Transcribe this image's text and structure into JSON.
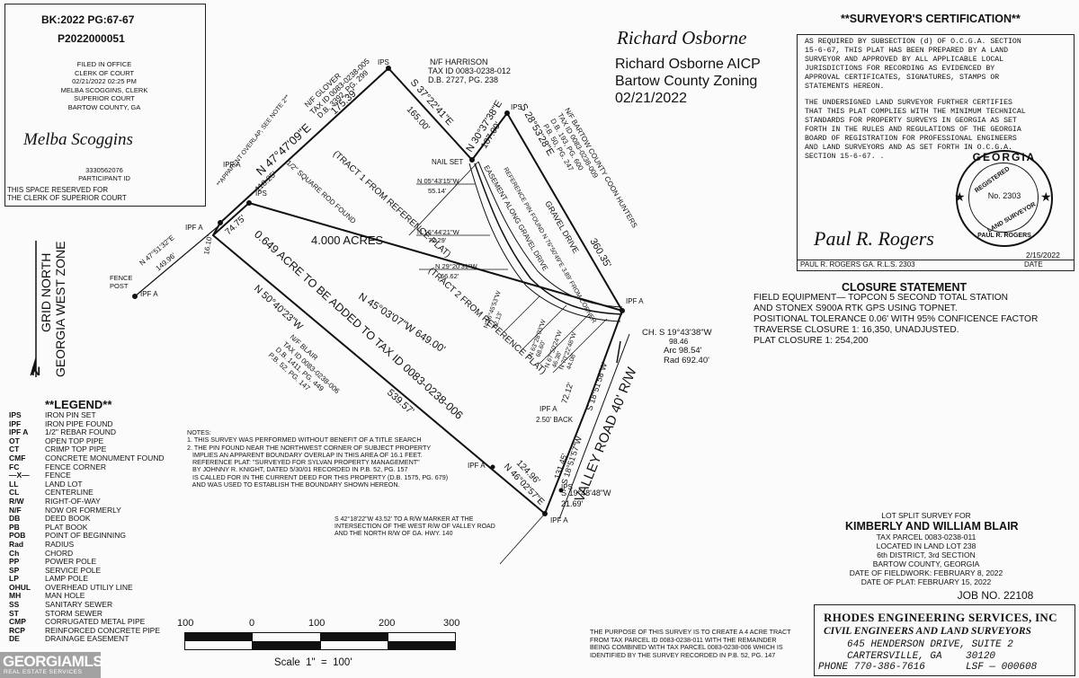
{
  "clerk": {
    "book_page": "BK:2022 PG:67-67",
    "instrument": "P2022000051",
    "filed_lines": [
      "FILED IN OFFICE",
      "CLERK OF COURT",
      "02/21/2022 02:25 PM",
      "MELBA SCOGGINS, CLERK",
      "SUPERIOR COURT",
      "BARTOW COUNTY, GA"
    ],
    "signature": "Melba Scoggins",
    "participant_lines": [
      "3330562076",
      "PARTICIPANT ID"
    ],
    "reserved_lines": [
      "THIS SPACE RESERVED FOR",
      "THE CLERK OF SUPERIOR COURT"
    ]
  },
  "zoning_approval": {
    "signature": "Richard Osborne",
    "lines": [
      "Richard Osborne AICP",
      "Bartow County Zoning",
      "02/21/2022"
    ]
  },
  "surveyor_certification": {
    "title": "**SURVEYOR'S CERTIFICATION**",
    "para1": [
      "AS REQUIRED BY SUBSECTION (d) OF O.C.G.A. SECTION",
      "15-6-67, THIS PLAT HAS BEEN PREPARED BY A LAND",
      "SURVEYOR AND APPROVED BY ALL APPLICABLE LOCAL",
      "JURISDICTIONS FOR RECORDING AS EVIDENCED BY",
      "APPROVAL CERTIFICATES, SIGNATURES, STAMPS OR",
      "STATEMENTS HEREON."
    ],
    "para2": [
      "THE UNDERSIGNED LAND SURVEYOR FURTHER CERTIFIES",
      "THAT THIS PLAT COMPLIES WITH THE MINIMUM TECHNICAL",
      "STANDARDS FOR PROPERTY SURVEYS IN GEORGIA AS SET",
      "FORTH IN THE RULES AND REGULATIONS OF THE GEORGIA",
      "BOARD OF REGISTRATION FOR PROFESSIONAL ENGINEERS",
      "AND LAND SURVEYORS AND AS SET FORTH IN O.C.G.A.",
      "SECTION 15-6-67. ."
    ],
    "seal": {
      "top": "GEORGIA",
      "left": "REGISTERED",
      "number": "No. 2303",
      "right": "LAND SURVEYOR",
      "bottom": "PAUL R. ROGERS"
    },
    "signature": "Paul R. Rogers",
    "sign_date": "2/15/2022",
    "name_line": "PAUL R. ROGERS GA. R.L.S. 2303",
    "date_label": "DATE"
  },
  "closure": {
    "title": "CLOSURE STATEMENT",
    "lines": [
      "FIELD EQUIPMENT— TOPCON 5 SECOND TOTAL STATION",
      "AND STONEX S900A RTK GPS USING TOPNET.",
      "POSITIONAL TOLERANCE 0.06' WITH 95% CONFICENCE FACTOR",
      "TRAVERSE CLOSURE 1: 16,350, UNADJUSTED.",
      "PLAT CLOSURE 1: 254,200"
    ]
  },
  "curve": {
    "chord": "CH. S 19°43'38\"W",
    "chord_len": "98.46",
    "arc": "Arc 98.54'",
    "rad": "Rad 692.40'"
  },
  "plat": {
    "north": {
      "grid": "GRID NORTH",
      "zone": "GEORGIA WEST ZONE",
      "letter": "N"
    },
    "acres": "4.000 ACRES",
    "bearing_ne": "N 47°47'09\"E",
    "dist_ne_a": "175.39'",
    "dist_ne_b": "118.25'",
    "dist_74": "74.75'",
    "bearing_se": "S 37°22'41\"E",
    "dist_165": "165.00'",
    "bearing_n30": "N 30°37'38\"E",
    "dist_107": "107.00'",
    "bearing_s28": "S 28°53'28\"E",
    "dist_360": "360.35'",
    "diag_bearing": "N 45°03'07\"W 649.00'",
    "add_label": "0.649 ACRE TO BE ADDED TO TAX ID 0083-0238-006",
    "bearing_sw": "N 50°40'23\"W",
    "dist_539": "539.57'",
    "bearing_ne2": "N 46°02'57\"E",
    "dist_124": "124.96'",
    "road": "VALLEY ROAD  40' R/W",
    "bearing_s18a": "S 18°51'58\"W",
    "dist_72": "72.12'",
    "bearing_s18b": "S 18°51'57\"W",
    "dist_131": "131.45'",
    "bearing_s19": "S 19°48'48\"W",
    "dist_21": "21.69'",
    "harrison": [
      "N/F HARRISON",
      "TAX ID 0083-0238-012",
      "D.B. 2727, PG. 238"
    ],
    "glover": [
      "N/F GLOVER",
      "TAX ID 0083-0238-005",
      "D.B. 3392, PG. 299"
    ],
    "coon": [
      "N/F BARTOW COUNTY COON HUNTERS",
      "TAX ID 0083-0238-009",
      "D.B. 193, PG. 600",
      "P.B. 50, PG. 247"
    ],
    "blair": [
      "N/F BLAIR",
      "TAX ID 0083-0238-006",
      "D.B. 1411, PG. 449",
      "P.B. 52, PG. 147"
    ],
    "tract1": "(TRACT 1 FROM REFERENCE PLAT)",
    "tract2": "(TRACT 2 FROM REFERENCE PLAT)",
    "easement": "EASEMENT ALONG GRAVEL DRIVE",
    "gravel": "GRAVEL DRIVE",
    "ref_pin": "REFERENCE PIN FOUND N 76°50'49\"E 3.89' FROM CORNER",
    "overlap": "**APPARENT OVERLAP, SEE NOTE 2**",
    "rod": "1/2\" SQUARE ROD FOUND",
    "fence_post": [
      "FENCE",
      "POST"
    ],
    "fence_bearing": "N 47°51'32\"E",
    "fence_dist": "149.96'",
    "dist_161": "16.10'",
    "ips": "IPS",
    "ipf_a": "IPF A",
    "nail_set": "NAIL SET",
    "back": "2.50' BACK",
    "b1": "N 05°43'15\"W",
    "d1": "55.14'",
    "b2": "N 16°44'21\"W",
    "d2": "72.29'",
    "b3": "N 29°20'31\"W",
    "d3": "66.62'",
    "b4": "N 46°45'53\"W",
    "d4": "52.13'",
    "b5": "N 63°28'03\"W",
    "d5": "68.60'",
    "b6": "N 67°50'24\"W",
    "d6": "46.38'",
    "b7": "N 70°22'48\"W",
    "d7": "44.08'",
    "hwy_note": [
      "S 42°18'22\"W 43.52' TO A R/W MARKER AT THE",
      "INTERSECTION OF THE WEST R/W OF VALLEY ROAD",
      "AND THE NORTH R/W OF GA. HWY. 140"
    ]
  },
  "notes": {
    "title": "NOTES:",
    "lines": [
      "1. THIS SURVEY WAS PERFORMED WITHOUT BENEFIT OF A TITLE SEARCH",
      "2. THE PIN FOUND NEAR THE NORTHWEST CORNER OF SUBJECT PROPERTY",
      "   IMPLIES AN APPARENT BOUNDARY OVERLAP IN THIS AREA OF 16.1 FEET.",
      "   REFERENCE PLAT: \"SURVEYED FOR SYLVAN PROPERTY MANAGEMENT\"",
      "   BY JOHNNY R. KNIGHT, DATED 5/30/01 RECORDED IN P.B. 52, PG. 157",
      "   IS CALLED FOR IN THE CURRENT DEED FOR THIS PROPERTY (D.B. 1575, PG. 679)",
      "   AND WAS USED TO ESTABLISH THE BOUNDARY SHOWN HEREON."
    ]
  },
  "legend": {
    "title": "**LEGEND**",
    "items": [
      {
        "abbr": "IPS",
        "desc": "IRON PIN SET"
      },
      {
        "abbr": "IPF",
        "desc": "IRON PIPE FOUND"
      },
      {
        "abbr": "IPF A",
        "desc": "1/2\" REBAR FOUND"
      },
      {
        "abbr": "OT",
        "desc": "OPEN TOP PIPE"
      },
      {
        "abbr": "CT",
        "desc": "CRIMP TOP PIPE"
      },
      {
        "abbr": "CMF",
        "desc": "CONCRETE MONUMENT FOUND"
      },
      {
        "abbr": "FC",
        "desc": "FENCE CORNER"
      },
      {
        "abbr": "—X—",
        "desc": "FENCE"
      },
      {
        "abbr": "LL",
        "desc": "LAND LOT"
      },
      {
        "abbr": "CL",
        "desc": "CENTERLINE"
      },
      {
        "abbr": "R/W",
        "desc": "RIGHT-OF-WAY"
      },
      {
        "abbr": "N/F",
        "desc": "NOW OR FORMERLY"
      },
      {
        "abbr": "DB",
        "desc": "DEED BOOK"
      },
      {
        "abbr": "PB",
        "desc": "PLAT BOOK"
      },
      {
        "abbr": "POB",
        "desc": "POINT OF BEGINNING"
      },
      {
        "abbr": "Rad",
        "desc": "RADIUS"
      },
      {
        "abbr": "Ch",
        "desc": "CHORD"
      },
      {
        "abbr": "PP",
        "desc": "POWER POLE"
      },
      {
        "abbr": "SP",
        "desc": "SERVICE POLE"
      },
      {
        "abbr": "LP",
        "desc": "LAMP POLE"
      },
      {
        "abbr": "OHUL",
        "desc": "OVERHEAD UTILIY LINE"
      },
      {
        "abbr": "MH",
        "desc": "MAN HOLE"
      },
      {
        "abbr": "SS",
        "desc": "SANITARY SEWER"
      },
      {
        "abbr": "ST",
        "desc": "STORM SEWER"
      },
      {
        "abbr": "CMP",
        "desc": "CORRUGATED METAL PIPE"
      },
      {
        "abbr": "RCP",
        "desc": "REINFORCED CONCRETE PIPE"
      },
      {
        "abbr": "DE",
        "desc": "DRAINAGE EASEMENT"
      }
    ]
  },
  "scale": {
    "ticks": [
      "100",
      "0",
      "100",
      "200",
      "300"
    ],
    "label": "Scale  1\"  =  100'"
  },
  "purpose": [
    "THE PURPOSE OF THIS SURVEY IS TO CREATE A 4 ACRE TRACT",
    "FROM TAX PARCEL ID 0083-0238-011 WITH THE REMAINDER",
    "BEING COMBINED WITH TAX PARCEL 0083-0238-006 WHICH IS",
    "IDENTIFIED BY THE SURVEY RECORDED IN P.B. 52, PG. 147"
  ],
  "title_block": {
    "heading": "LOT SPLIT SURVEY FOR",
    "client": "KIMBERLY AND WILLIAM BLAIR",
    "lines": [
      "TAX PARCEL 0083-0238-011",
      "LOCATED IN LAND LOT 238",
      "6th DISTRICT, 3rd SECTION",
      "BARTOW COUNTY, GEORGIA",
      "DATE OF FIELDWORK: FEBRUARY 8, 2022",
      "DATE OF PLAT: FEBRUARY 15, 2022"
    ],
    "job": "JOB NO. 22108"
  },
  "company": {
    "name": "RHODES ENGINEERING SERVICES, INC",
    "sub": "CIVIL ENGINEERS AND LAND SURVEYORS",
    "addr1": "645 HENDERSON DRIVE, SUITE 2",
    "addr2": "CARTERSVILLE, GA    30120",
    "phone": "PHONE 770-386-7616",
    "lsf": "LSF — 000608"
  },
  "watermark": {
    "main": "GEORGIAMLS",
    "sub": "REAL ESTATE SERVICES"
  }
}
